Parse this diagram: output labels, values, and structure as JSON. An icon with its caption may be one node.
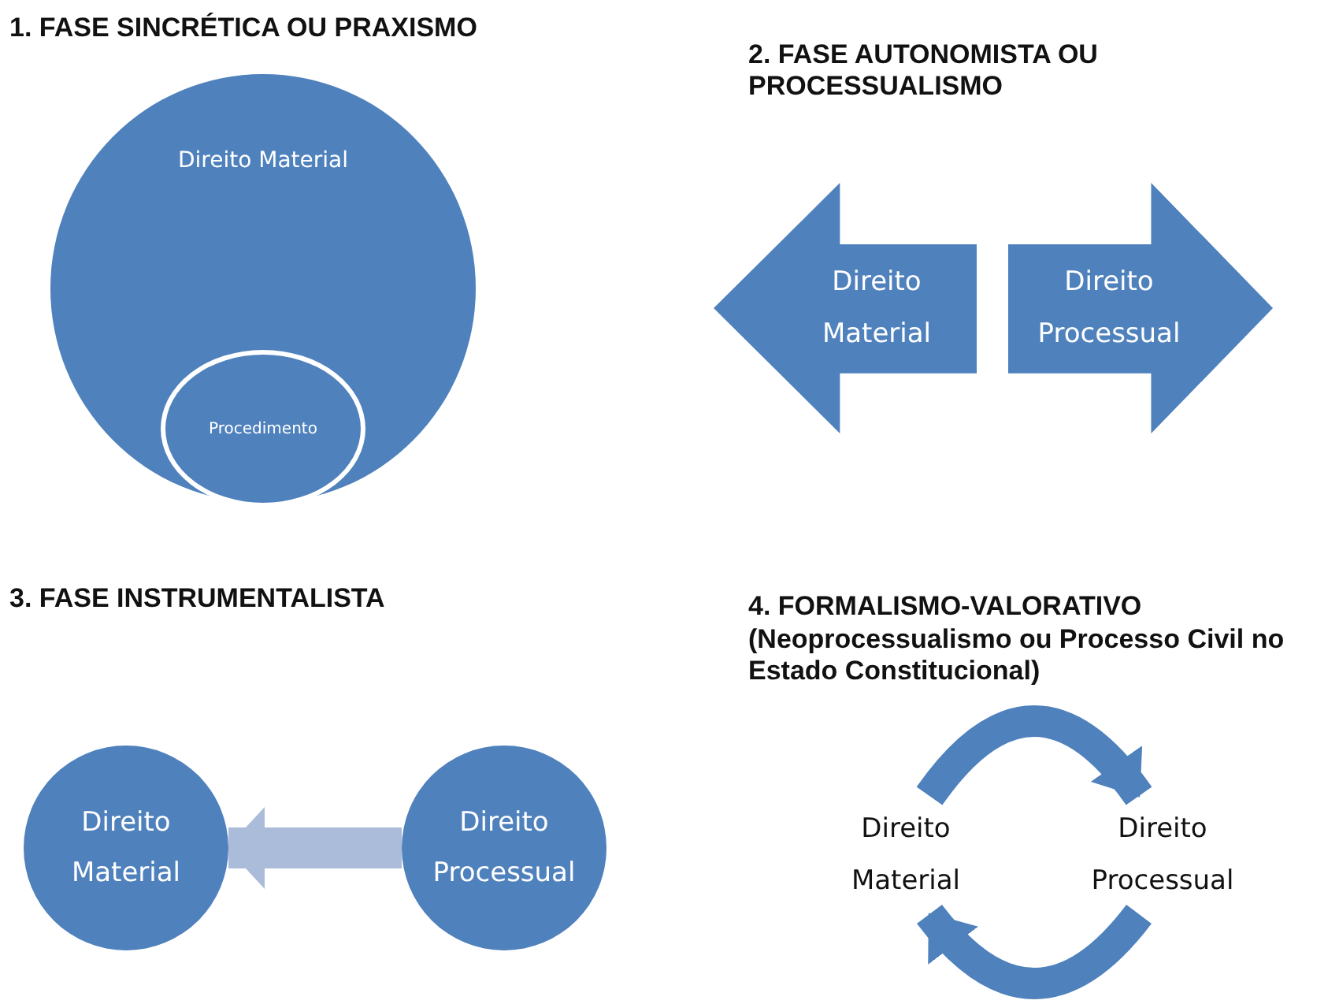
{
  "diagram": {
    "nodes": [
      {
        "text": [
          "Direito Material"
        ]
      },
      {
        "text": [
          "Procedimento"
        ],
        "in": 0
      },
      {
        "text": [
          "Direito Material"
        ]
      },
      {
        "text": [
          "Direito Processual"
        ]
      },
      {
        "text": [
          "Direito Material"
        ]
      },
      {
        "text": [
          "Direito Processual"
        ]
      },
      {
        "text": [
          "Direito Material"
        ]
      },
      {
        "text": [
          "Direito Processual"
        ]
      }
    ],
    "edges": [
      {
        "from": 5,
        "to": 4,
        "arrow": "to",
        "color": "#aabcda"
      },
      {
        "from": 6,
        "to": 7,
        "arrow": "to"
      },
      {
        "from": 7,
        "to": 6,
        "arrow": "to"
      }
    ],
    "labels": [
      "1. FASE SINCRÉTICA OU PRAXISMO",
      "2. FASE AUTONOMISTA OU PROCESSUALISMO",
      "3. FASE INSTRUMENTALISTA",
      "4. FORMALISMO-VALORATIVO",
      "(Neoprocessualismo ou Processo Civil no Estado Constitucional)"
    ]
  }
}
